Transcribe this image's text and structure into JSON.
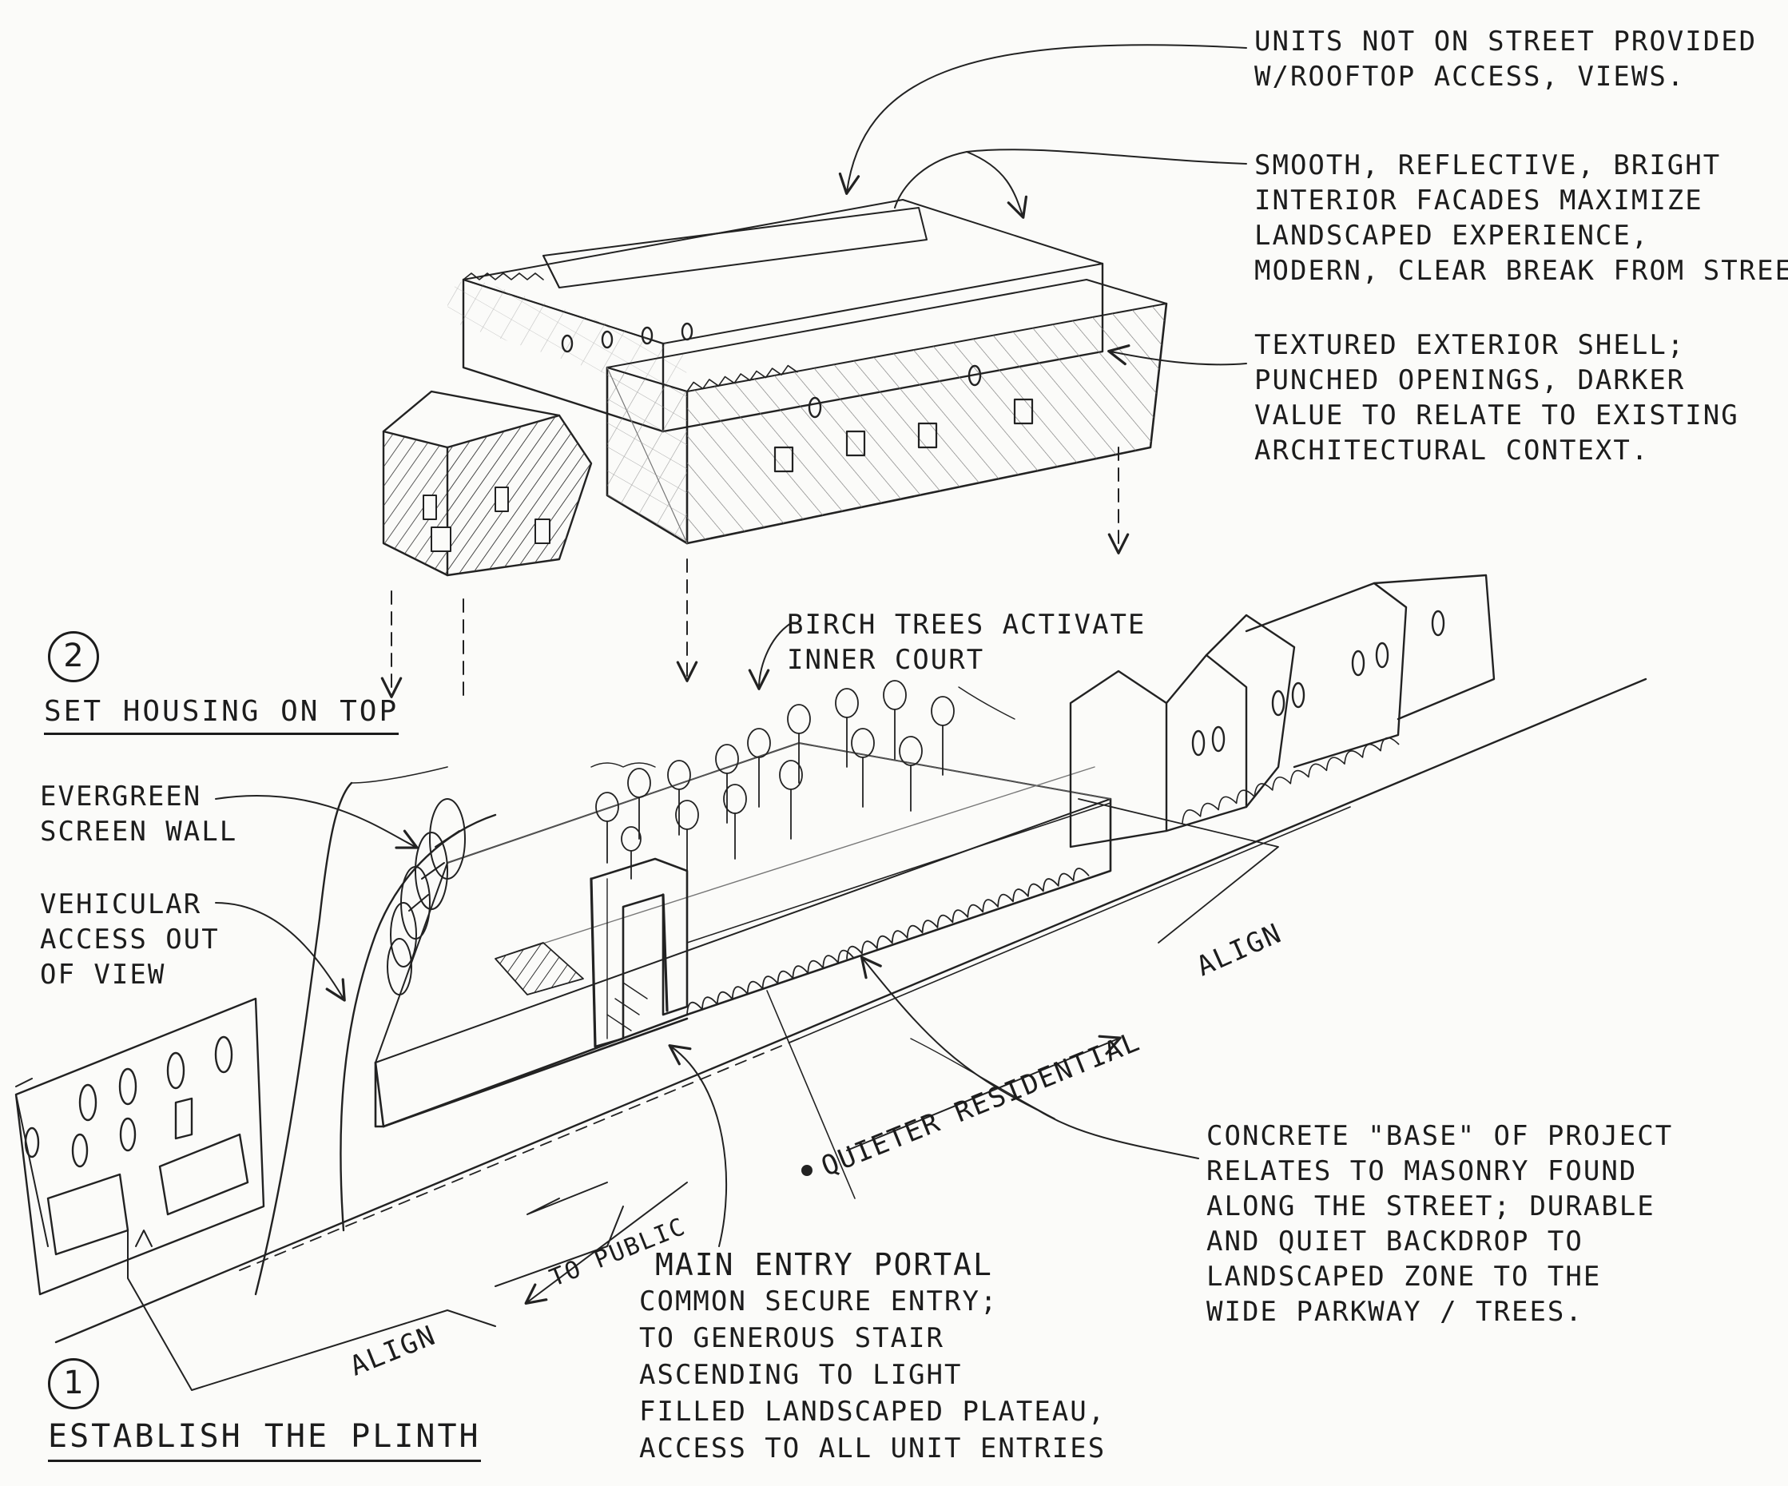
{
  "notes": {
    "rooftop": [
      "UNITS NOT ON STREET PROVIDED",
      "W/ROOFTOP ACCESS, VIEWS."
    ],
    "interior": [
      "SMOOTH, REFLECTIVE, BRIGHT",
      "INTERIOR FACADES MAXIMIZE",
      "LANDSCAPED EXPERIENCE,",
      "MODERN, CLEAR BREAK FROM STREET"
    ],
    "exterior": [
      "TEXTURED EXTERIOR SHELL;",
      "PUNCHED OPENINGS, DARKER",
      "VALUE TO RELATE TO EXISTING",
      "ARCHITECTURAL CONTEXT."
    ],
    "birch": [
      "BIRCH TREES ACTIVATE",
      "INNER COURT"
    ],
    "evergreen": [
      "EVERGREEN",
      "SCREEN WALL"
    ],
    "vehicular": [
      "VEHICULAR",
      "ACCESS OUT",
      "OF VIEW"
    ],
    "concrete": [
      "CONCRETE \"BASE\" OF PROJECT",
      "RELATES TO MASONRY FOUND",
      "ALONG THE STREET; DURABLE",
      "AND QUIET BACKDROP TO",
      "LANDSCAPED ZONE TO THE",
      "WIDE PARKWAY / TREES."
    ],
    "portal": [
      "MAIN ENTRY PORTAL",
      "COMMON SECURE ENTRY;",
      "TO GENEROUS STAIR",
      "ASCENDING TO LIGHT",
      "FILLED LANDSCAPED PLATEAU,",
      "ACCESS TO ALL UNIT ENTRIES"
    ]
  },
  "street_labels": {
    "quieter": "QUIETER RESIDENTIAL",
    "to_public": "TO PUBLIC",
    "align_right": "ALIGN",
    "align_left": "ALIGN"
  },
  "steps": {
    "step2_number": "2",
    "step2_title": "SET HOUSING ON TOP",
    "step1_number": "1",
    "step1_title": "ESTABLISH THE PLINTH"
  }
}
